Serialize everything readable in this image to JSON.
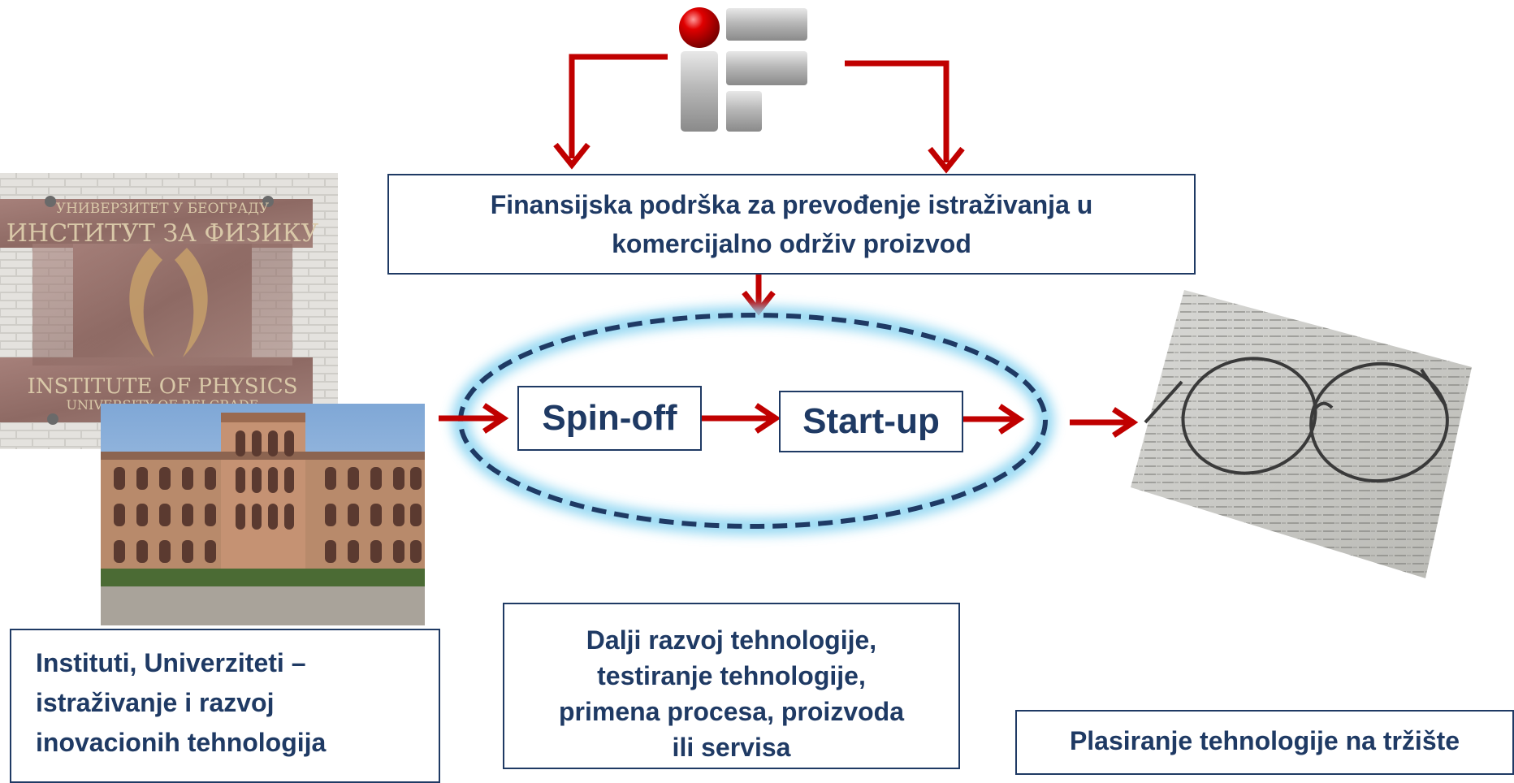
{
  "funding": {
    "line1": "Finansijska podrška za prevođenje istraživanja u",
    "line2": "komercijalno održiv proizvod"
  },
  "stages": {
    "spinoff": "Spin-off",
    "startup": "Start-up"
  },
  "institutes": {
    "line1": "Instituti, Univerziteti –",
    "line2": "istraživanje i razvoj",
    "line3": "inovacionih tehnologija"
  },
  "development": {
    "line1": "Dalji razvoj tehnologije,",
    "line2": "testiranje tehnologije,",
    "line3": "primena procesa, proizvoda",
    "line4": "ili servisa"
  },
  "market": {
    "label": "Plasiranje tehnologije na tržište"
  },
  "plaque": {
    "line1": "УНИВЕРЗИТЕТ У БЕОГРАДУ",
    "line2": "ИНСТИТУТ ЗА ФИЗИКУ",
    "line3": "INSTITUTE OF PHYSICS",
    "line4": "UNIVERSITY OF BELGRADE"
  },
  "colors": {
    "arrow": "#c00000",
    "box_border": "#1f3a64",
    "text": "#1f3a64",
    "ellipse": "#1f3a64",
    "glow": "#8fd6f2"
  }
}
